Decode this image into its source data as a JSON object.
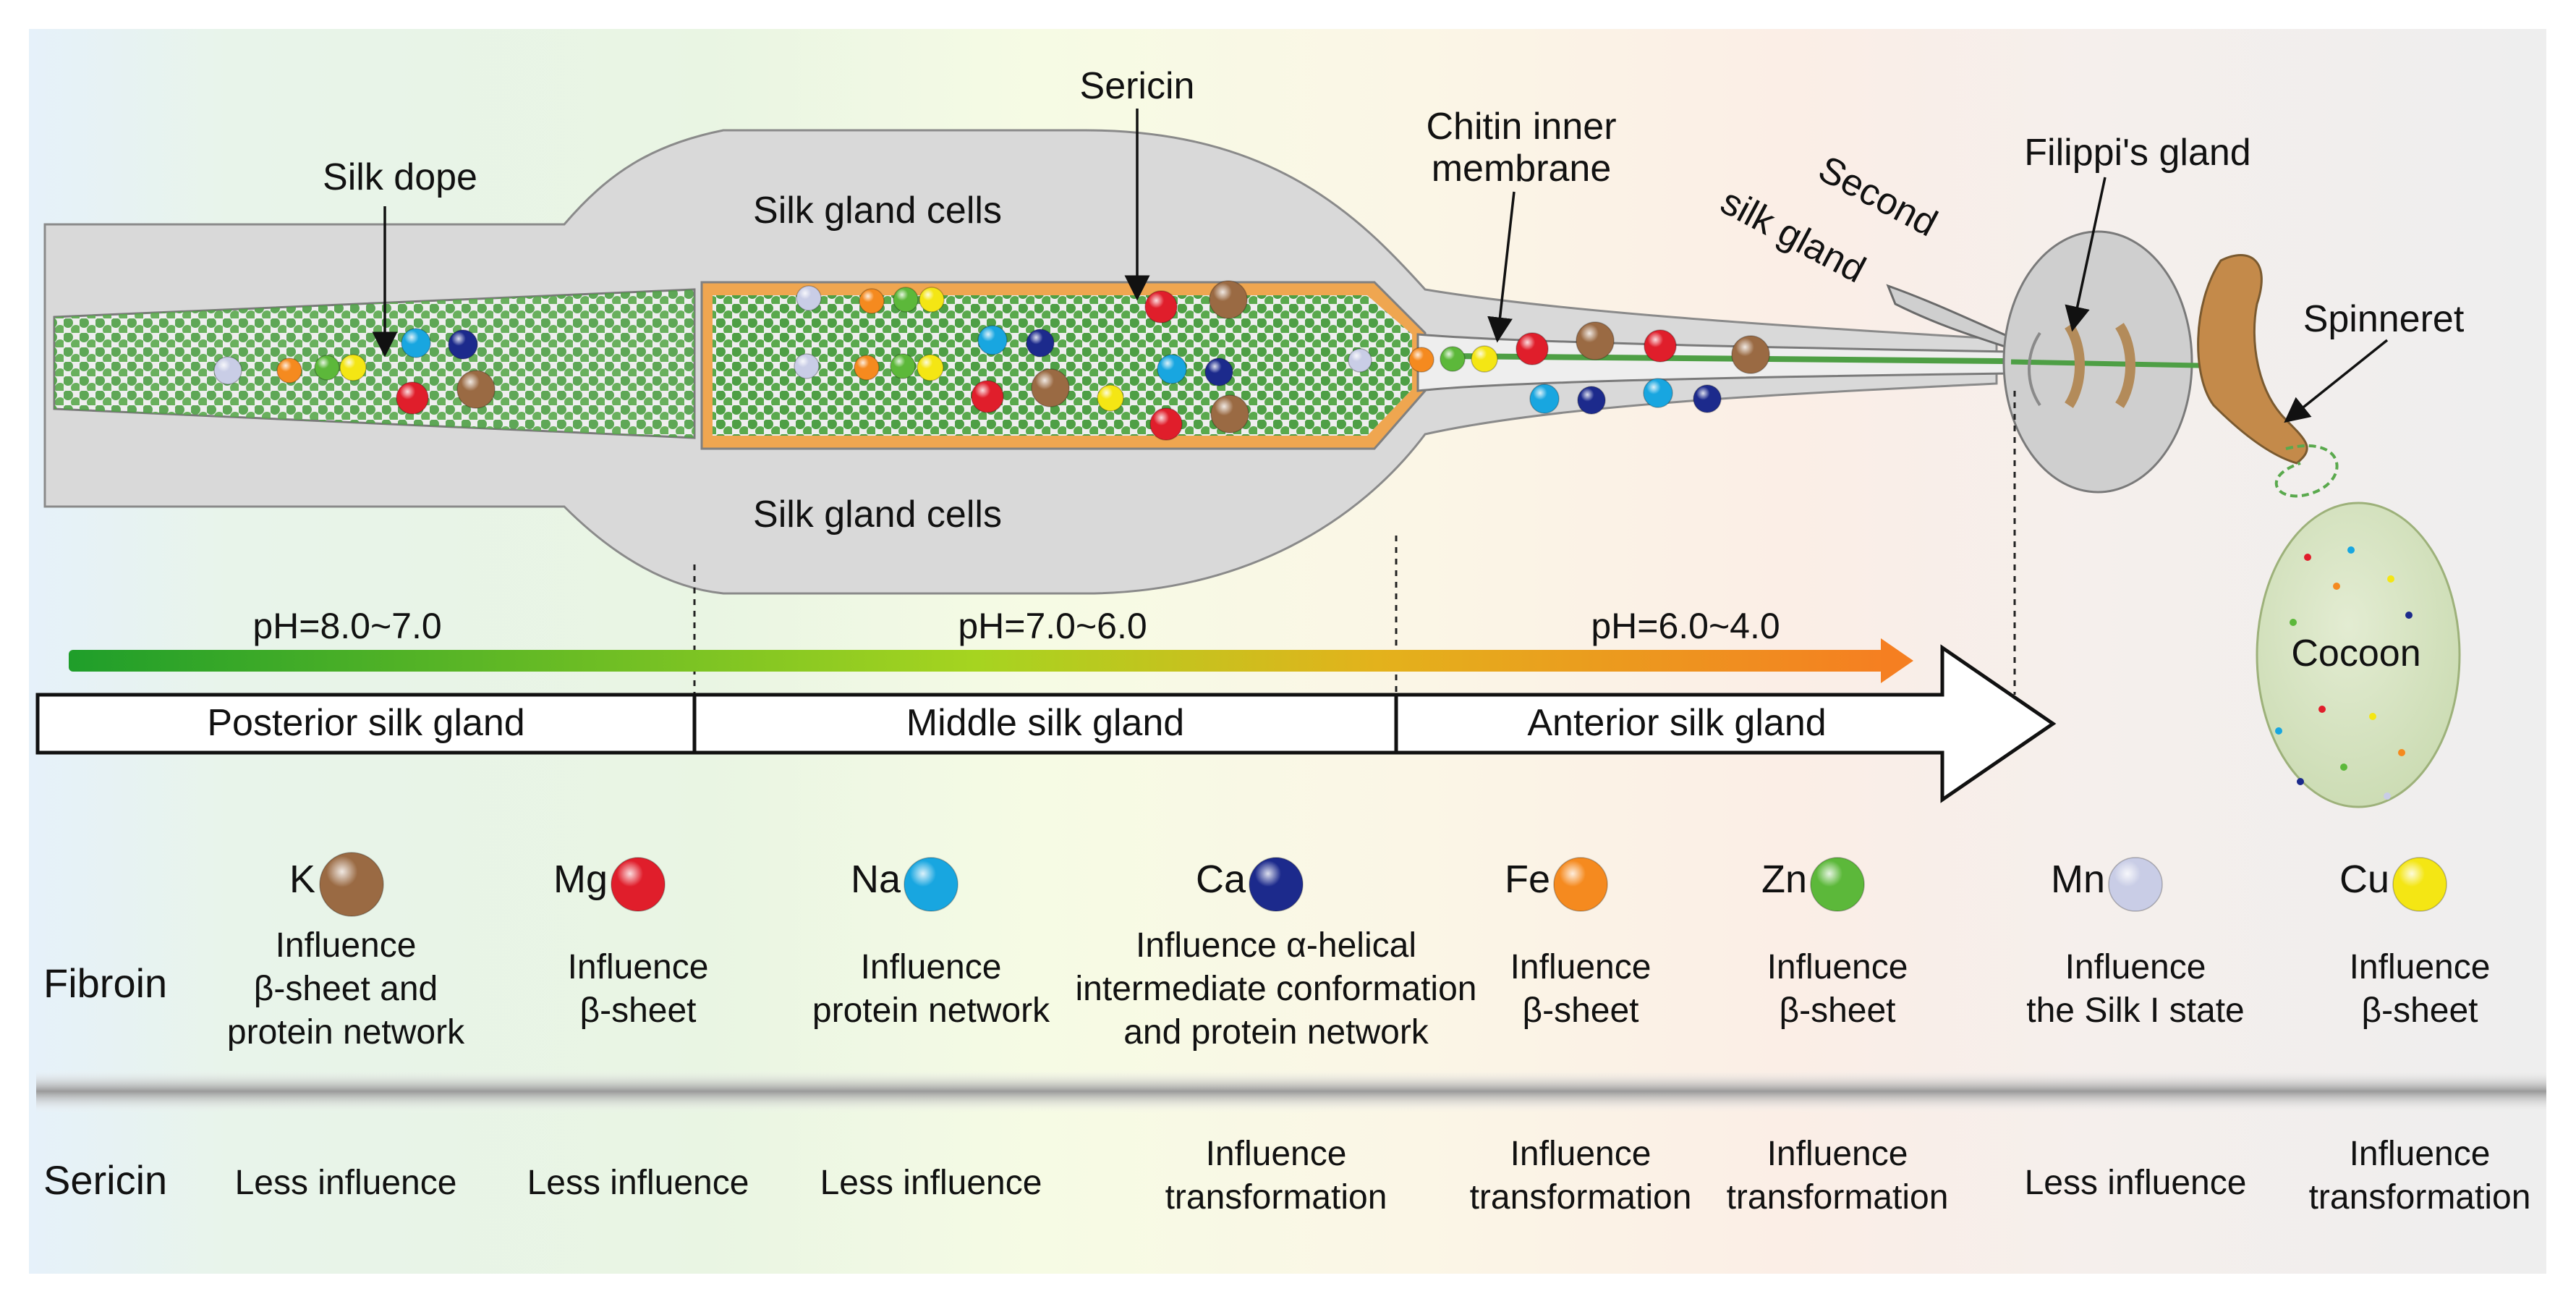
{
  "labels": {
    "silk_dope": "Silk dope",
    "sericin": "Sericin",
    "chitin_line1": "Chitin inner",
    "chitin_line2": "membrane",
    "second_line1": "Second",
    "second_line2": "silk gland",
    "filippi": "Filippi's gland",
    "spinneret": "Spinneret",
    "cells_top": "Silk gland cells",
    "cells_bottom": "Silk gland cells",
    "cocoon": "Cocoon"
  },
  "ph": [
    "pH=8.0~7.0",
    "pH=7.0~6.0",
    "pH=6.0~4.0"
  ],
  "segments": [
    "Posterior silk gland",
    "Middle silk gland",
    "Anterior silk gland"
  ],
  "row_labels": {
    "fibroin": "Fibroin",
    "sericin": "Sericin"
  },
  "elements": [
    {
      "symbol": "K",
      "color": "#9a6a43",
      "fibroin": [
        "Influence",
        "β-sheet and",
        "protein network"
      ],
      "sericin": [
        "Less influence"
      ]
    },
    {
      "symbol": "Mg",
      "color": "#e01e2b",
      "fibroin": [
        "Influence",
        "β-sheet"
      ],
      "sericin": [
        "Less influence"
      ]
    },
    {
      "symbol": "Na",
      "color": "#18a6e0",
      "fibroin": [
        "Influence",
        "protein network"
      ],
      "sericin": [
        "Less influence"
      ]
    },
    {
      "symbol": "Ca",
      "color": "#1c2a8c",
      "fibroin": [
        "Influence α-helical",
        "intermediate conformation",
        "and protein network"
      ],
      "sericin": [
        "Influence",
        "transformation"
      ]
    },
    {
      "symbol": "Fe",
      "color": "#f58a1f",
      "fibroin": [
        "Influence",
        "β-sheet"
      ],
      "sericin": [
        "Influence",
        "transformation"
      ]
    },
    {
      "symbol": "Zn",
      "color": "#5cb83a",
      "fibroin": [
        "Influence",
        "β-sheet"
      ],
      "sericin": [
        "Influence",
        "transformation"
      ]
    },
    {
      "symbol": "Mn",
      "color": "#c9cde6",
      "fibroin": [
        "Influence",
        "the Silk I state"
      ],
      "sericin": [
        "Less influence"
      ]
    },
    {
      "symbol": "Cu",
      "color": "#f4e614",
      "fibroin": [
        "Influence",
        "β-sheet"
      ],
      "sericin": [
        "Influence",
        "transformation"
      ]
    }
  ],
  "colors": {
    "gland": "#d9d9d9",
    "dope_green": "#4e9f45",
    "sericin_orange": "#f59a2f",
    "spinneret_brown": "#c48a4a",
    "cocoon": "#d7e4c2",
    "ph_start": "#1f9e2a",
    "ph_end": "#f57f21"
  }
}
